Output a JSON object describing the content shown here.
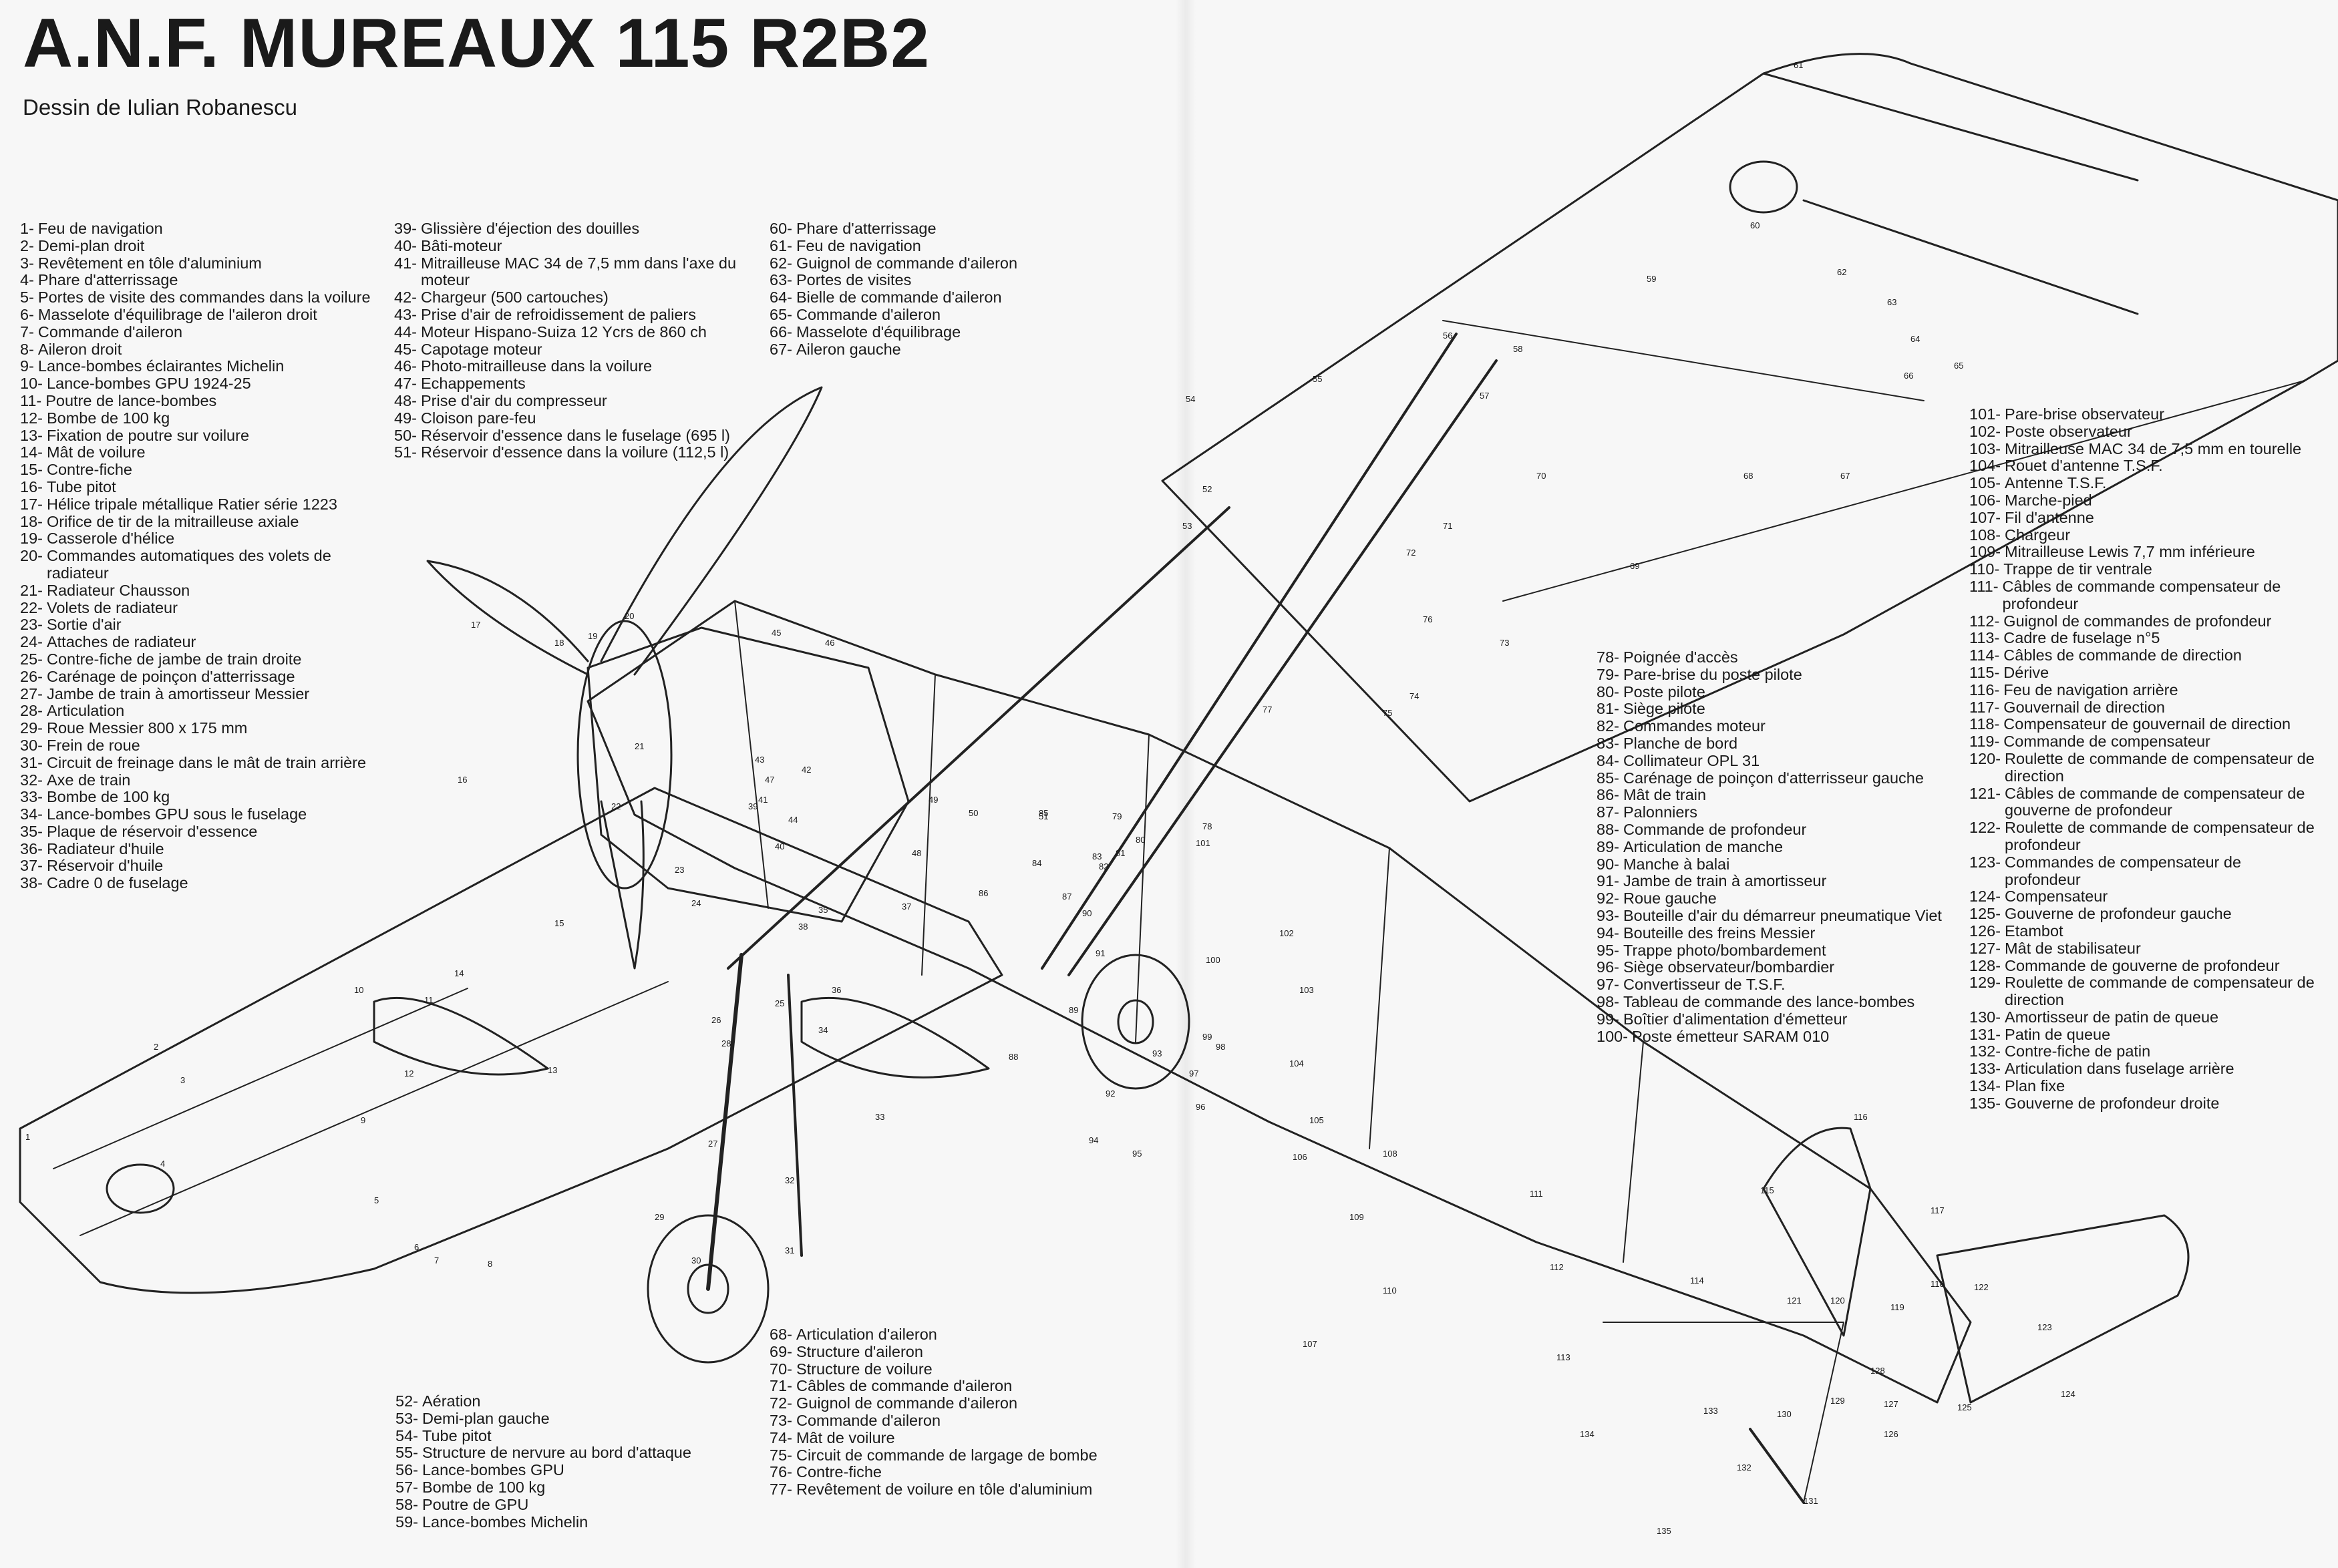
{
  "title": "A.N.F. MUREAUX 115 R2B2",
  "subtitle": "Dessin de Iulian Robanescu",
  "legend_columns": [
    {
      "items": [
        [
          "1-",
          "Feu de navigation"
        ],
        [
          "2-",
          "Demi-plan droit"
        ],
        [
          "3-",
          "Revêtement en tôle d'aluminium"
        ],
        [
          "4-",
          "Phare d'atterrissage"
        ],
        [
          "5-",
          "Portes de visite des commandes dans la voilure"
        ],
        [
          "6-",
          "Masselote d'équilibrage de l'aileron droit"
        ],
        [
          "7-",
          "Commande d'aileron"
        ],
        [
          "8-",
          "Aileron droit"
        ],
        [
          "9-",
          "Lance-bombes éclairantes Michelin"
        ],
        [
          "10-",
          "Lance-bombes GPU 1924-25"
        ],
        [
          "11-",
          "Poutre de lance-bombes"
        ],
        [
          "12-",
          "Bombe de 100 kg"
        ],
        [
          "13-",
          "Fixation de poutre sur voilure"
        ],
        [
          "14-",
          "Mât de voilure"
        ],
        [
          "15-",
          "Contre-fiche"
        ],
        [
          "16-",
          "Tube pitot"
        ],
        [
          "17-",
          "Hélice tripale métallique Ratier série 1223"
        ],
        [
          "18-",
          "Orifice de tir de la mitrailleuse axiale"
        ],
        [
          "19-",
          "Casserole d'hélice"
        ],
        [
          "20-",
          "Commandes automatiques des volets de radiateur"
        ],
        [
          "21-",
          "Radiateur Chausson"
        ],
        [
          "22-",
          "Volets de radiateur"
        ],
        [
          "23-",
          "Sortie d'air"
        ],
        [
          "24-",
          "Attaches de radiateur"
        ],
        [
          "25-",
          "Contre-fiche de jambe de train droite"
        ],
        [
          "26-",
          "Carénage de poinçon d'atterrissage"
        ],
        [
          "27-",
          "Jambe de train à amortisseur Messier"
        ],
        [
          "28-",
          "Articulation"
        ],
        [
          "29-",
          "Roue Messier 800 x 175 mm"
        ],
        [
          "30-",
          "Frein de roue"
        ],
        [
          "31-",
          "Circuit de freinage dans le mât de train arrière"
        ],
        [
          "32-",
          "Axe de train"
        ],
        [
          "33-",
          "Bombe de 100 kg"
        ],
        [
          "34-",
          "Lance-bombes GPU sous le fuselage"
        ],
        [
          "35-",
          "Plaque de réservoir d'essence"
        ],
        [
          "36-",
          "Radiateur d'huile"
        ],
        [
          "37-",
          "Réservoir d'huile"
        ],
        [
          "38-",
          "Cadre 0 de fuselage"
        ]
      ]
    },
    {
      "items": [
        [
          "39-",
          "Glissière d'éjection des douilles"
        ],
        [
          "40-",
          "Bâti-moteur"
        ],
        [
          "41-",
          "Mitrailleuse MAC 34 de 7,5 mm dans l'axe du moteur"
        ],
        [
          "42-",
          "Chargeur (500 cartouches)"
        ],
        [
          "43-",
          "Prise d'air de refroidissement de paliers"
        ],
        [
          "44-",
          "Moteur Hispano-Suiza 12 Ycrs de 860 ch"
        ],
        [
          "45-",
          "Capotage moteur"
        ],
        [
          "46-",
          "Photo-mitrailleuse dans la voilure"
        ],
        [
          "47-",
          "Echappements"
        ],
        [
          "48-",
          "Prise d'air du compresseur"
        ],
        [
          "49-",
          "Cloison pare-feu"
        ],
        [
          "50-",
          "Réservoir d'essence dans le fuselage (695 l)"
        ],
        [
          "51-",
          "Réservoir d'essence dans la voilure (112,5 l)"
        ]
      ]
    },
    {
      "items": [
        [
          "60-",
          "Phare d'atterrissage"
        ],
        [
          "61-",
          "Feu de navigation"
        ],
        [
          "62-",
          "Guignol de commande d'aileron"
        ],
        [
          "63-",
          "Portes de visites"
        ],
        [
          "64-",
          "Bielle de commande d'aileron"
        ],
        [
          "65-",
          "Commande d'aileron"
        ],
        [
          "66-",
          "Masselote d'équilibrage"
        ],
        [
          "67-",
          "Aileron gauche"
        ]
      ]
    },
    {
      "items": [
        [
          "78-",
          "Poignée d'accès"
        ],
        [
          "79-",
          "Pare-brise du poste pilote"
        ],
        [
          "80-",
          "Poste pilote"
        ],
        [
          "81-",
          "Siège pilote"
        ],
        [
          "82-",
          "Commandes moteur"
        ],
        [
          "83-",
          "Planche de bord"
        ],
        [
          "84-",
          "Collimateur OPL 31"
        ],
        [
          "85-",
          "Carénage de poinçon d'atterrisseur gauche"
        ],
        [
          "86-",
          "Mât de train"
        ],
        [
          "87-",
          "Palonniers"
        ],
        [
          "88-",
          "Commande de profondeur"
        ],
        [
          "89-",
          "Articulation de manche"
        ],
        [
          "90-",
          "Manche à balai"
        ],
        [
          "91-",
          "Jambe de train à amortisseur"
        ],
        [
          "92-",
          "Roue gauche"
        ],
        [
          "93-",
          "Bouteille d'air du démarreur pneumatique Viet"
        ],
        [
          "94-",
          "Bouteille des freins Messier"
        ],
        [
          "95-",
          "Trappe photo/bombardement"
        ],
        [
          "96-",
          "Siège observateur/bombardier"
        ],
        [
          "97-",
          "Convertisseur de T.S.F."
        ],
        [
          "98-",
          "Tableau de commande des lance-bombes"
        ],
        [
          "99-",
          "Boîtier d'alimentation d'émetteur"
        ],
        [
          "100-",
          "Poste émetteur SARAM 010"
        ]
      ]
    },
    {
      "items": [
        [
          "101-",
          "Pare-brise observateur"
        ],
        [
          "102-",
          "Poste observateur"
        ],
        [
          "103-",
          "Mitrailleuse MAC 34 de 7,5 mm en tourelle"
        ],
        [
          "104-",
          "Rouet d'antenne T.S.F."
        ],
        [
          "105-",
          "Antenne T.S.F."
        ],
        [
          "106-",
          "Marche-pied"
        ],
        [
          "107-",
          "Fil d'antenne"
        ],
        [
          "108-",
          "Chargeur"
        ],
        [
          "109-",
          "Mitrailleuse Lewis 7,7 mm inférieure"
        ],
        [
          "110-",
          "Trappe de tir ventrale"
        ],
        [
          "111-",
          "Câbles de commande compensateur de profondeur"
        ],
        [
          "112-",
          "Guignol de commandes de profondeur"
        ],
        [
          "113-",
          "Cadre de fuselage n°5"
        ],
        [
          "114-",
          "Câbles de commande de direction"
        ],
        [
          "115-",
          "Dérive"
        ],
        [
          "116-",
          "Feu de navigation arrière"
        ],
        [
          "117-",
          "Gouvernail de direction"
        ],
        [
          "118-",
          "Compensateur de gouvernail de direction"
        ],
        [
          "119-",
          "Commande de compensateur"
        ],
        [
          "120-",
          "Roulette de commande de compensateur de direction"
        ],
        [
          "121-",
          "Câbles de commande de compensateur de gouverne de profondeur"
        ],
        [
          "122-",
          "Roulette de commande de compensateur de profondeur"
        ],
        [
          "123-",
          "Commandes de compensateur de profondeur"
        ],
        [
          "124-",
          "Compensateur"
        ],
        [
          "125-",
          "Gouverne de profondeur gauche"
        ],
        [
          "126-",
          "Etambot"
        ],
        [
          "127-",
          "Mât de stabilisateur"
        ],
        [
          "128-",
          "Commande de gouverne de profondeur"
        ],
        [
          "129-",
          "Roulette de commande de compensateur de direction"
        ],
        [
          "130-",
          "Amortisseur de patin de queue"
        ],
        [
          "131-",
          "Patin de queue"
        ],
        [
          "132-",
          "Contre-fiche de patin"
        ],
        [
          "133-",
          "Articulation dans fuselage arrière"
        ],
        [
          "134-",
          "Plan fixe"
        ],
        [
          "135-",
          "Gouverne de profondeur droite"
        ]
      ]
    },
    {
      "items": [
        [
          "52-",
          "Aération"
        ],
        [
          "53-",
          "Demi-plan gauche"
        ],
        [
          "54-",
          "Tube pitot"
        ],
        [
          "55-",
          "Structure de nervure au bord d'attaque"
        ],
        [
          "56-",
          "Lance-bombes GPU"
        ],
        [
          "57-",
          "Bombe de 100 kg"
        ],
        [
          "58-",
          "Poutre de GPU"
        ],
        [
          "59-",
          "Lance-bombes Michelin"
        ]
      ]
    },
    {
      "items": [
        [
          "68-",
          "Articulation d'aileron"
        ],
        [
          "69-",
          "Structure d'aileron"
        ],
        [
          "70-",
          "Structure de voilure"
        ],
        [
          "71-",
          "Câbles de commande d'aileron"
        ],
        [
          "72-",
          "Guignol de commande d'aileron"
        ],
        [
          "73-",
          "Commande d'aileron"
        ],
        [
          "74-",
          "Mât de voilure"
        ],
        [
          "75-",
          "Circuit de commande de largage de bombe"
        ],
        [
          "76-",
          "Contre-fiche"
        ],
        [
          "77-",
          "Revêtement de voilure en tôle d'aluminium"
        ]
      ]
    }
  ],
  "callouts": [
    "1",
    "2",
    "3",
    "4",
    "5",
    "6",
    "7",
    "8",
    "9",
    "10",
    "11",
    "12",
    "13",
    "14",
    "15",
    "16",
    "17",
    "18",
    "19",
    "20",
    "21",
    "22",
    "23",
    "24",
    "25",
    "26",
    "27",
    "28",
    "29",
    "30",
    "31",
    "32",
    "33",
    "34",
    "35",
    "36",
    "37",
    "38",
    "39",
    "40",
    "41",
    "42",
    "43",
    "44",
    "45",
    "46",
    "47",
    "48",
    "49",
    "50",
    "51",
    "52",
    "53",
    "54",
    "55",
    "56",
    "57",
    "58",
    "59",
    "60",
    "61",
    "62",
    "63",
    "64",
    "65",
    "66",
    "67",
    "68",
    "69",
    "70",
    "71",
    "72",
    "73",
    "74",
    "75",
    "76",
    "77",
    "78",
    "79",
    "80",
    "81",
    "82",
    "83",
    "84",
    "85",
    "86",
    "87",
    "88",
    "89",
    "90",
    "91",
    "92",
    "93",
    "94",
    "95",
    "96",
    "97",
    "98",
    "99",
    "100",
    "101",
    "102",
    "103",
    "104",
    "105",
    "106",
    "107",
    "108",
    "109",
    "110",
    "111",
    "112",
    "113",
    "114",
    "115",
    "116",
    "117",
    "118",
    "119",
    "120",
    "121",
    "122",
    "123",
    "124",
    "125",
    "126",
    "127",
    "128",
    "129",
    "130",
    "131",
    "132",
    "133",
    "134",
    "135"
  ]
}
